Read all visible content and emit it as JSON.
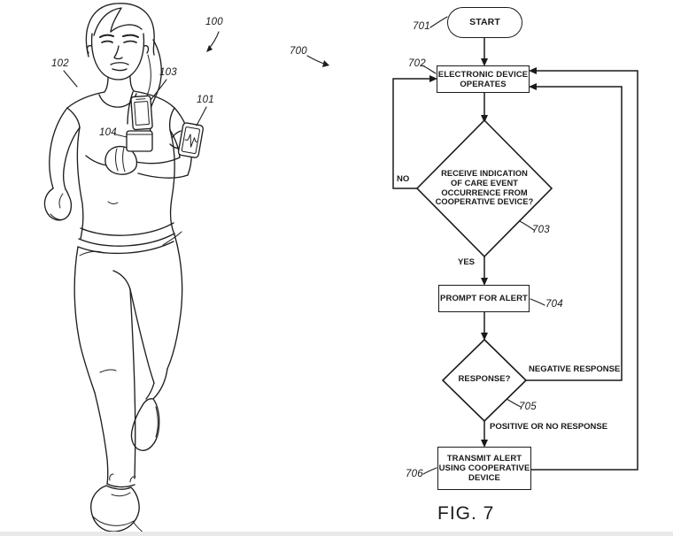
{
  "caption": "FIG. 7",
  "colors": {
    "ink": "#1a1a1a",
    "background": "#ffffff"
  },
  "runner": {
    "ref_100": "100",
    "ref_101": "101",
    "ref_102": "102",
    "ref_103": "103",
    "ref_104": "104"
  },
  "flowchart": {
    "ref_700": "700",
    "start": {
      "ref": "701",
      "label": "START"
    },
    "operate": {
      "ref": "702",
      "line1": "ELECTRONIC DEVICE",
      "line2": "OPERATES"
    },
    "decision_care": {
      "ref": "703",
      "line1": "RECEIVE INDICATION",
      "line2": "OF CARE EVENT",
      "line3": "OCCURRENCE FROM",
      "line4": "COOPERATIVE DEVICE?",
      "no": "NO",
      "yes": "YES"
    },
    "prompt": {
      "ref": "704",
      "label": "PROMPT FOR ALERT"
    },
    "decision_response": {
      "ref": "705",
      "label": "RESPONSE?",
      "negative": "NEGATIVE RESPONSE",
      "positive": "POSITIVE OR NO RESPONSE"
    },
    "transmit": {
      "ref": "706",
      "line1": "TRANSMIT ALERT",
      "line2": "USING COOPERATIVE",
      "line3": "DEVICE"
    }
  }
}
